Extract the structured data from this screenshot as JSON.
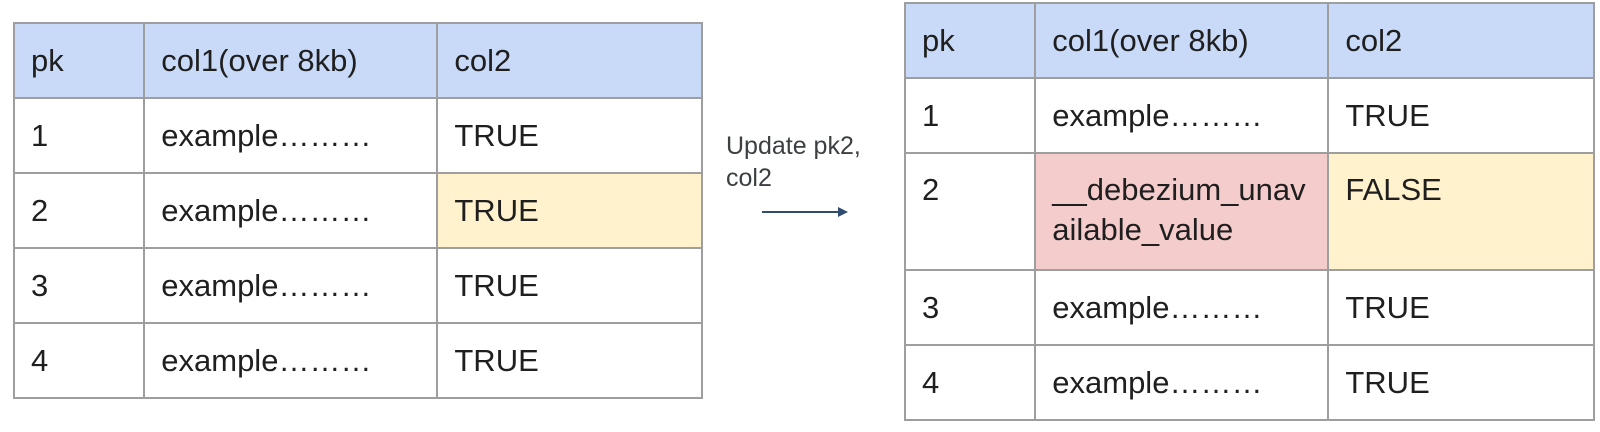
{
  "left_table": {
    "headers": [
      "pk",
      "col1(over 8kb)",
      "col2"
    ],
    "rows": [
      [
        "1",
        "example………",
        "TRUE"
      ],
      [
        "2",
        "example………",
        "TRUE"
      ],
      [
        "3",
        "example………",
        "TRUE"
      ],
      [
        "4",
        "example………",
        "TRUE"
      ]
    ]
  },
  "arrow_label": "Update pk2,\ncol2",
  "right_table": {
    "headers": [
      "pk",
      "col1(over 8kb)",
      "col2"
    ],
    "rows": [
      [
        "1",
        "example………",
        "TRUE"
      ],
      [
        "2",
        "__debezium_unavailable_value",
        "FALSE"
      ],
      [
        "3",
        "example………",
        "TRUE"
      ],
      [
        "4",
        "example………",
        "TRUE"
      ]
    ]
  },
  "colors": {
    "header_bg": "#c9daf8",
    "changed_cell_bg": "#fff2cc",
    "unavailable_cell_bg": "#f4cccc",
    "border": "#9e9e9e",
    "arrow": "#2f4b6e"
  }
}
